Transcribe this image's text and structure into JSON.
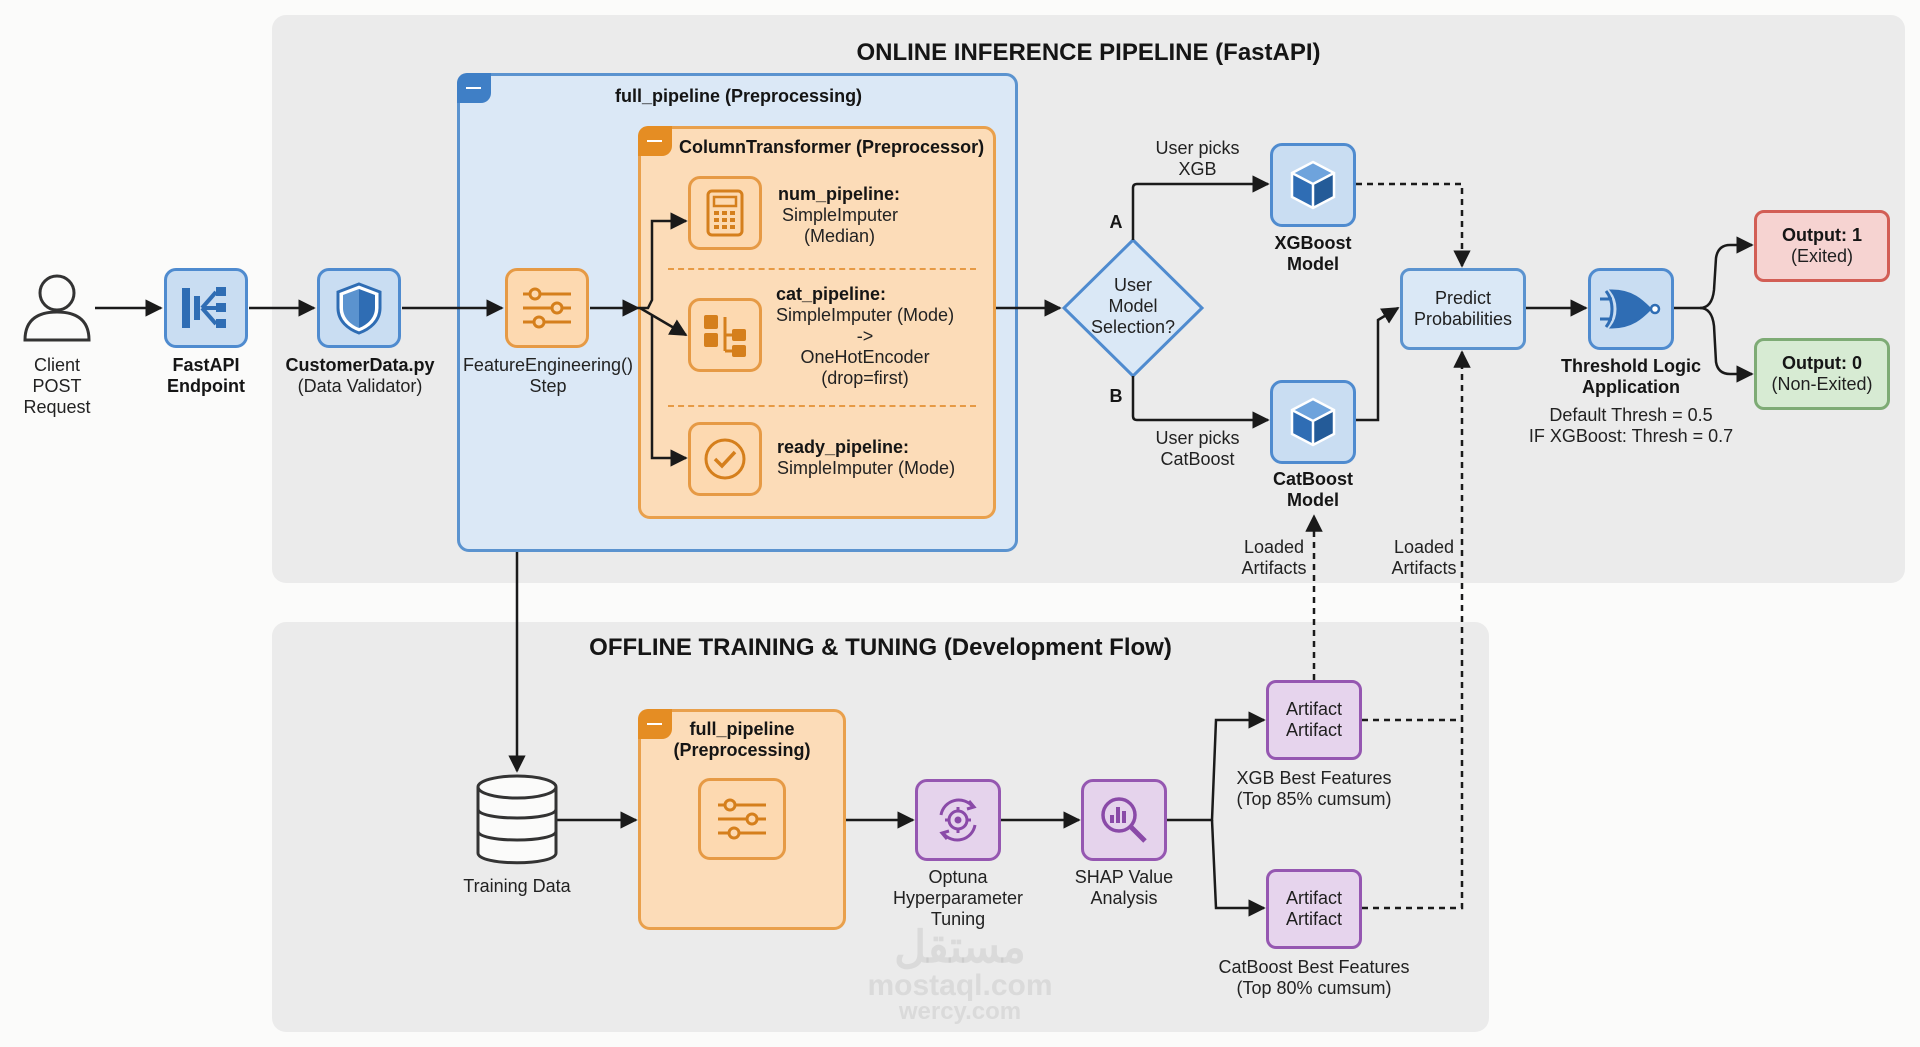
{
  "online": {
    "title": "ONLINE INFERENCE PIPELINE (FastAPI)"
  },
  "offline": {
    "title": "OFFLINE TRAINING & TUNING (Development Flow)"
  },
  "client": {
    "lines": [
      "Client",
      "POST",
      "Request"
    ]
  },
  "fastapi": {
    "lines": [
      "FastAPI",
      "Endpoint"
    ]
  },
  "validator": {
    "line1": "CustomerData.py",
    "line2": "(Data Validator)"
  },
  "feature_eng": {
    "line1": "FeatureEngineering()",
    "line2": "Step"
  },
  "full_pipeline_online": {
    "title": "full_pipeline (Preprocessing)"
  },
  "column_transformer": {
    "title": "ColumnTransformer (Preprocessor)"
  },
  "num_pipeline": {
    "head": "num_pipeline:",
    "l1": "SimpleImputer",
    "l2": "(Median)"
  },
  "cat_pipeline": {
    "head": "cat_pipeline:",
    "l1": "SimpleImputer (Mode)",
    "l2": "->",
    "l3": "OneHotEncoder",
    "l4": "(drop=first)"
  },
  "ready_pipeline": {
    "head": "ready_pipeline:",
    "l1": "SimpleImputer (Mode)"
  },
  "selection": {
    "lines": [
      "User",
      "Model",
      "Selection?"
    ],
    "branch_a": "A",
    "branch_b": "B"
  },
  "edge_xgb": {
    "l1": "User picks",
    "l2": "XGB"
  },
  "edge_cat": {
    "l1": "User picks",
    "l2": "CatBoost"
  },
  "xgb_model": {
    "l1": "XGBoost",
    "l2": "Model"
  },
  "cat_model": {
    "l1": "CatBoost",
    "l2": "Model"
  },
  "predict": {
    "l1": "Predict",
    "l2": "Probabilities"
  },
  "threshold": {
    "l1": "Threshold Logic",
    "l2": "Application",
    "n1": "Default Thresh = 0.5",
    "n2": "IF XGBoost: Thresh = 0.7"
  },
  "output1": {
    "l1": "Output: 1",
    "l2": "(Exited)"
  },
  "output0": {
    "l1": "Output: 0",
    "l2": "(Non-Exited)"
  },
  "loaded_left": {
    "l1": "Loaded",
    "l2": "Artifacts"
  },
  "loaded_right": {
    "l1": "Loaded",
    "l2": "Artifacts"
  },
  "training_data": {
    "label": "Training Data"
  },
  "full_pipeline_offline": {
    "l1": "full_pipeline",
    "l2": "(Preprocessing)"
  },
  "optuna": {
    "l1": "Optuna",
    "l2": "Hyperparameter",
    "l3": "Tuning"
  },
  "shap": {
    "l1": "SHAP Value",
    "l2": "Analysis"
  },
  "artifact_xgb": {
    "l1": "Artifact",
    "l2": "Artifact",
    "c1": "XGB Best Features",
    "c2": "(Top 85% cumsum)"
  },
  "artifact_cat": {
    "l1": "Artifact",
    "l2": "Artifact",
    "c1": "CatBoost Best Features",
    "c2": "(Top 80% cumsum)"
  },
  "watermark": {
    "l1": "مستقل",
    "l2": "mostaql.com",
    "l3": "wercy.com"
  },
  "colors": {
    "blue": "#4f8bcf",
    "orange": "#e69a45",
    "purple": "#9557b1",
    "red": "#d25e55",
    "green": "#7eab75",
    "region_bg": "#ebebeb"
  }
}
